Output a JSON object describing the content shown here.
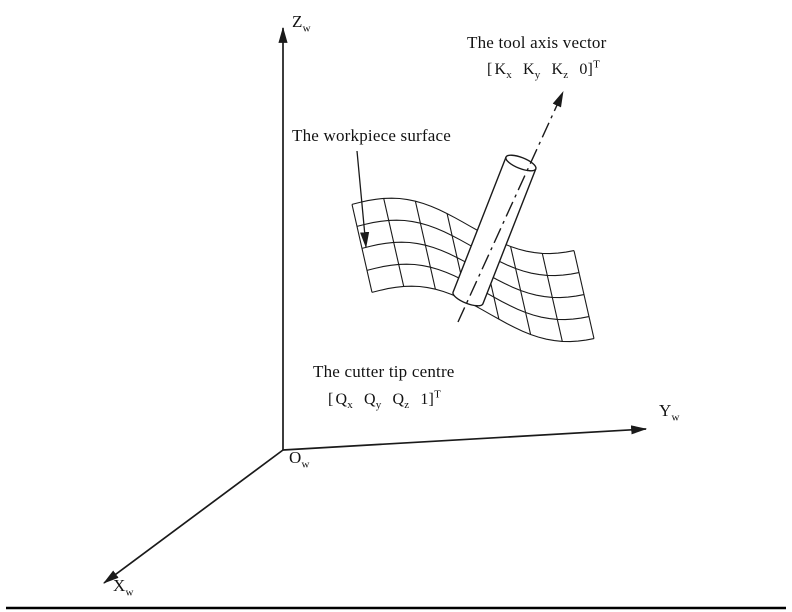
{
  "axes": {
    "z": {
      "base": "Z",
      "sub": "w"
    },
    "y": {
      "base": "Y",
      "sub": "w"
    },
    "x": {
      "base": "X",
      "sub": "w"
    },
    "origin": {
      "base": "O",
      "sub": "w"
    }
  },
  "tool_axis": {
    "title": "The tool axis vector",
    "vector": {
      "open": "[",
      "c0": {
        "base": "K",
        "sub": "x"
      },
      "c1": {
        "base": "K",
        "sub": "y"
      },
      "c2": {
        "base": "K",
        "sub": "z"
      },
      "c3": {
        "base": "0",
        "sub": ""
      },
      "close": "]",
      "sup": "T"
    }
  },
  "workpiece": {
    "title": "The workpiece surface"
  },
  "cutter_tip": {
    "title": "The cutter tip centre",
    "vector": {
      "open": "[",
      "c0": {
        "base": "Q",
        "sub": "x"
      },
      "c1": {
        "base": "Q",
        "sub": "y"
      },
      "c2": {
        "base": "Q",
        "sub": "z"
      },
      "c3": {
        "base": "1",
        "sub": ""
      },
      "close": "]",
      "sup": "T"
    }
  },
  "colors": {
    "ink": "#1a1a1a",
    "paper": "#ffffff"
  }
}
